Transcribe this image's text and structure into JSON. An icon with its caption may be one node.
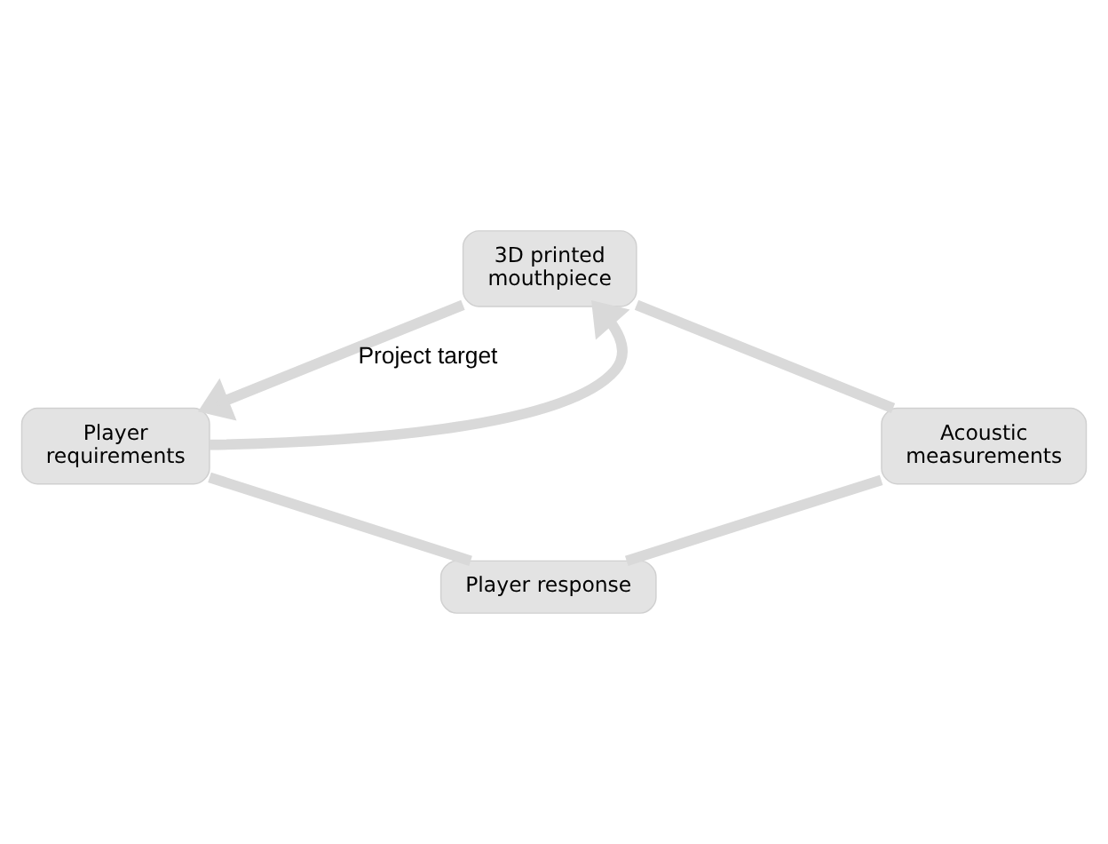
{
  "diagram": {
    "nodes": [
      {
        "text": [
          "3D printed mouthpiece"
        ]
      },
      {
        "text": [
          "Acoustic measurements"
        ]
      },
      {
        "text": [
          "Player response"
        ]
      },
      {
        "text": [
          "Player requirements"
        ]
      }
    ],
    "edges": [
      {
        "from": 0,
        "to": 1,
        "arrow": "none"
      },
      {
        "from": 1,
        "to": 2,
        "arrow": "none"
      },
      {
        "from": 2,
        "to": 3,
        "arrow": "none"
      },
      {
        "from": 3,
        "to": 0,
        "arrow": "to"
      },
      {
        "from": 0,
        "to": 3,
        "arrow": "to",
        "label": "Project target"
      }
    ]
  }
}
